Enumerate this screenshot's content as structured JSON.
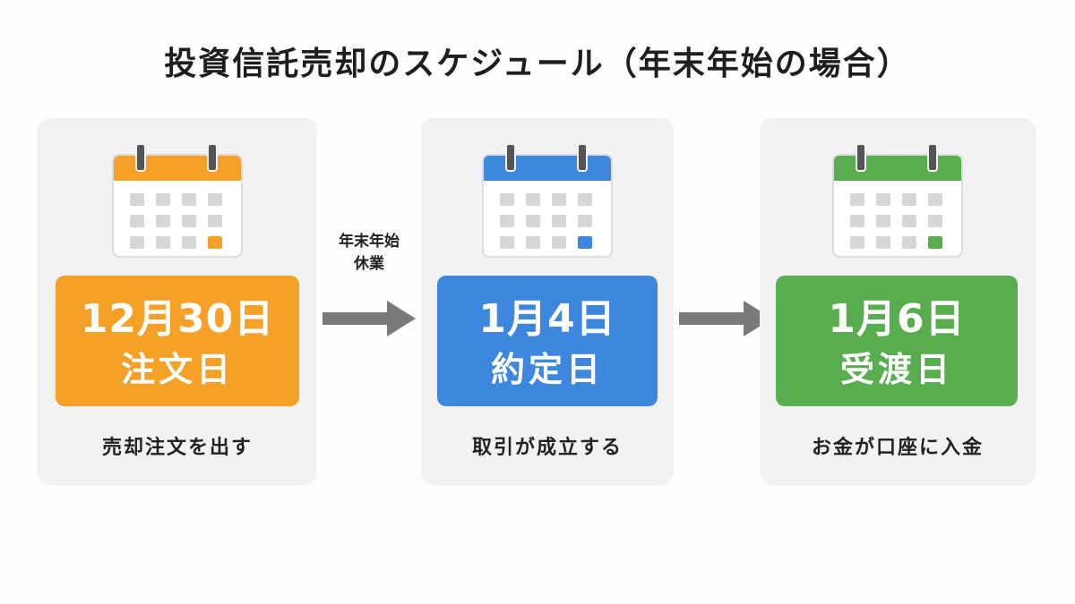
{
  "title": "投資信託売却のスケジュール（年末年始の場合）",
  "colors": {
    "orange": "#f5a128",
    "blue": "#3d87de",
    "green": "#58ad4f",
    "arrow": "#7a7a7c"
  },
  "steps": [
    {
      "date": "12月30日",
      "label": "注文日",
      "description": "売却注文を出す",
      "color": "#f5a128",
      "icon": "calendar-icon"
    },
    {
      "date": "1月4日",
      "label": "約定日",
      "description": "取引が成立する",
      "color": "#3d87de",
      "icon": "calendar-icon"
    },
    {
      "date": "1月6日",
      "label": "受渡日",
      "description": "お金が口座に入金",
      "color": "#58ad4f",
      "icon": "calendar-icon"
    }
  ],
  "holiday_note": {
    "line1": "年末年始",
    "line2": "休業"
  }
}
